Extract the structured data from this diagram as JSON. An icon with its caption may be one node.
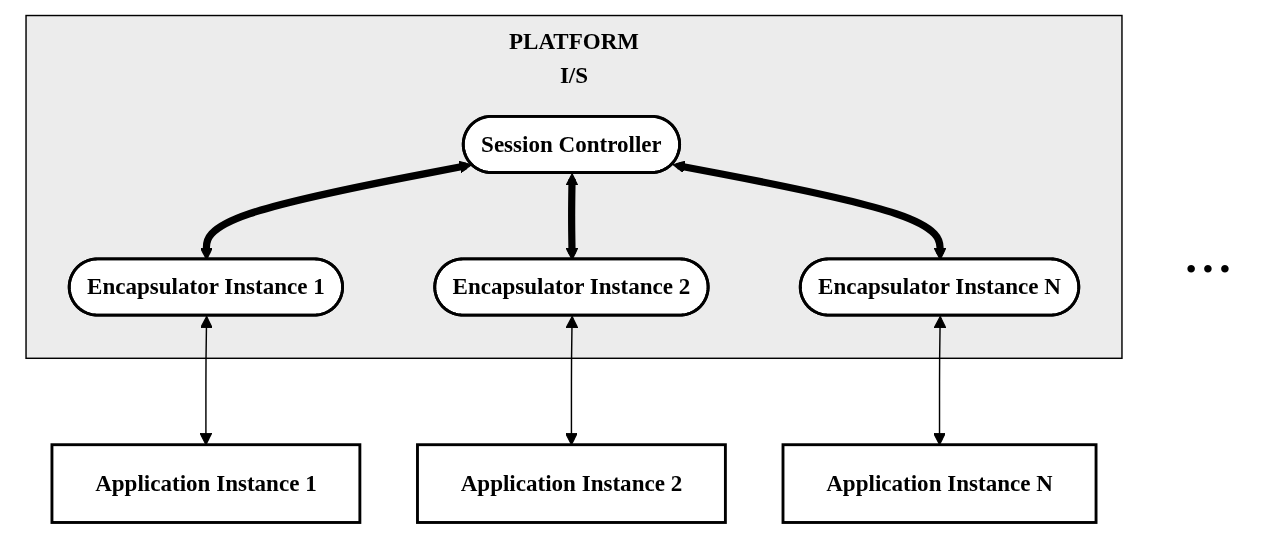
{
  "diagram": {
    "nodes": [
      {
        "text": [
          "PLATFORM",
          "I/S"
        ]
      },
      {
        "text": [
          "Session Controller"
        ],
        "in": 0
      },
      {
        "text": [
          "Encapsulator Instance 1"
        ],
        "in": 0
      },
      {
        "text": [
          "Encapsulator Instance 2"
        ],
        "in": 0
      },
      {
        "text": [
          "Encapsulator Instance N"
        ],
        "in": 0
      },
      {
        "text": [
          "Application Instance 1"
        ]
      },
      {
        "text": [
          "Application Instance 2"
        ]
      },
      {
        "text": [
          "Application Instance N"
        ]
      }
    ],
    "edges": [
      {
        "from": 1,
        "to": 2,
        "arrow": "both",
        "style": "thick"
      },
      {
        "from": 1,
        "to": 3,
        "arrow": "both",
        "style": "thick"
      },
      {
        "from": 1,
        "to": 4,
        "arrow": "both",
        "style": "thick"
      },
      {
        "from": 2,
        "to": 5,
        "arrow": "both"
      },
      {
        "from": 3,
        "to": 6,
        "arrow": "both"
      },
      {
        "from": 4,
        "to": 7,
        "arrow": "both"
      }
    ],
    "labels": [
      "• • •"
    ]
  }
}
